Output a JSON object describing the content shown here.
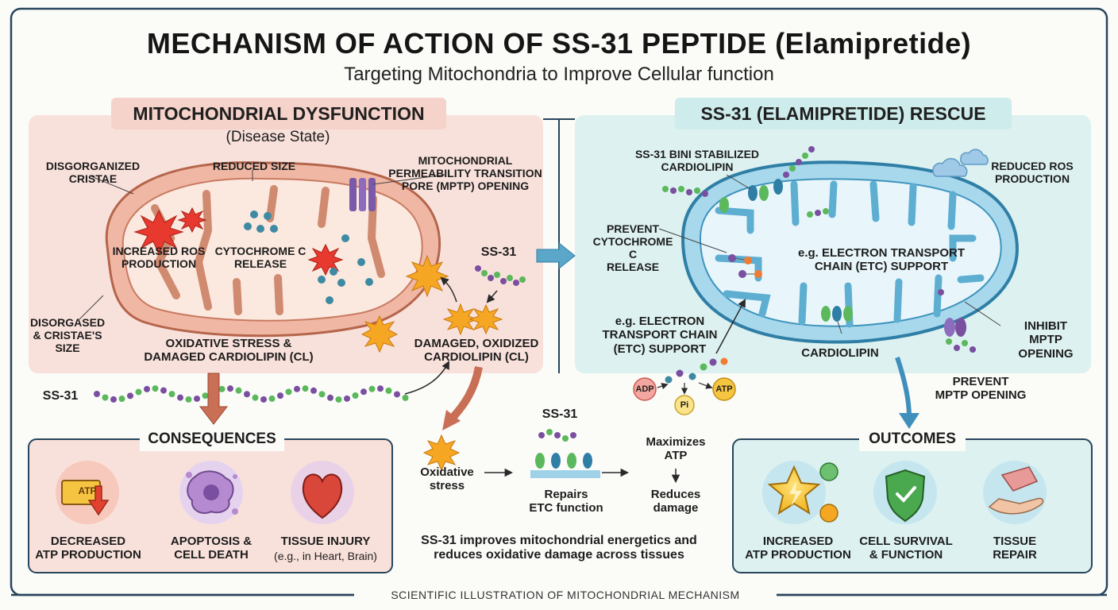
{
  "header": {
    "title": "MECHANISM OF ACTION OF SS-31 PEPTIDE (Elamipretide)",
    "subtitle": "Targeting Mitochondria to Improve Cellular function"
  },
  "left_panel": {
    "title": "MITOCHONDRIAL DYSFUNCTION",
    "subtitle": "(Disease State)",
    "labels": {
      "disorganized_cristae": "DISGORGANIZED\nCRISTAE",
      "reduced_size": "REDUCED SIZE",
      "mptp_opening": "MITOCHONDRIAL\nPERMEABILITY TRANSITION\nPORE (MPTP) OPENING",
      "increased_ros": "INCREASED ROS\nPRODUCTION",
      "cytochrome_release": "CYTOCHROME C\nRELEASE",
      "ss31": "SS-31",
      "disorgased_size": "DISORGASED\n& CRISTAE'S\nSIZE",
      "oxidative_stress_cl": "OXIDATIVE STRESS &\nDAMAGED CARDIOLIPIN (CL)",
      "damaged_cl": "DAMAGED, OXIDIZED\nCARDIOLIPIN (CL)"
    }
  },
  "right_panel": {
    "title": "SS-31 (ELAMIPRETIDE) RESCUE",
    "labels": {
      "binds_cl": "SS-31 BINI STABILIZED\nCARDIOLIPIN",
      "reduced_ros": "REDUCED ROS\nPRODUCTION",
      "prevent_cyto": "PREVENT\nCYTOCHROME C\nRELEASE",
      "etc_support_inner": "e.g. ELECTRON TRANSPORT\nCHAIN (ETC) SUPPORT",
      "etc_support_outer": "e.g. ELECTRON\nTRANSPORT CHAIN\n(ETC) SUPPORT",
      "cardiolipin": "CARDIOLIPIN",
      "inhibit_mptp": "INHIBIT\nMPTP\nOPENING",
      "prevent_mptp": "PREVENT\nMPTP OPENING",
      "adp": "ADP",
      "pi": "Pi",
      "atp": "ATP"
    }
  },
  "strand_label": "SS-31",
  "consequences": {
    "title": "CONSEQUENCES",
    "items": [
      {
        "icon": "atp-down-icon",
        "icon_text": "ATP",
        "label": "DECREASED\nATP PRODUCTION"
      },
      {
        "icon": "apoptotic-cell-icon",
        "label": "APOPTOSIS &\nCELL DEATH"
      },
      {
        "icon": "heart-icon",
        "label": "TISSUE INJURY",
        "sublabel": "(e.g., in Heart, Brain)"
      }
    ]
  },
  "center_flow": {
    "oxidative_stress": "Oxidative\nstress",
    "ss31": "SS-31",
    "repairs": "Repairs\nETC function",
    "maximizes": "Maximizes\nATP",
    "reduces": "Reduces\ndamage",
    "summary": "SS-31 improves mitochondrial energetics and\nreduces oxidative damage across tissues"
  },
  "outcomes": {
    "title": "OUTCOMES",
    "items": [
      {
        "icon": "energy-star-icon",
        "label": "INCREASED\nATP PRODUCTION"
      },
      {
        "icon": "shield-check-icon",
        "label": "CELL SURVIVAL\n& FUNCTION"
      },
      {
        "icon": "hand-tissue-icon",
        "label": "TISSUE\nREPAIR"
      }
    ]
  },
  "footer": "SCIENTIFIC ILLUSTRATION OF MITOCHONDRIAL MECHANISM",
  "colors": {
    "left_panel_bg": "#f9e1db",
    "right_panel_bg": "#dcf1f0",
    "mito_left": "#d9826a",
    "mito_right": "#4aa3c8",
    "arrow": "#b55a3d",
    "ros_red": "#e8392e",
    "ros_orange": "#f5a623",
    "ss31_purple": "#7a4fa0",
    "ss31_green": "#5cb85c"
  }
}
